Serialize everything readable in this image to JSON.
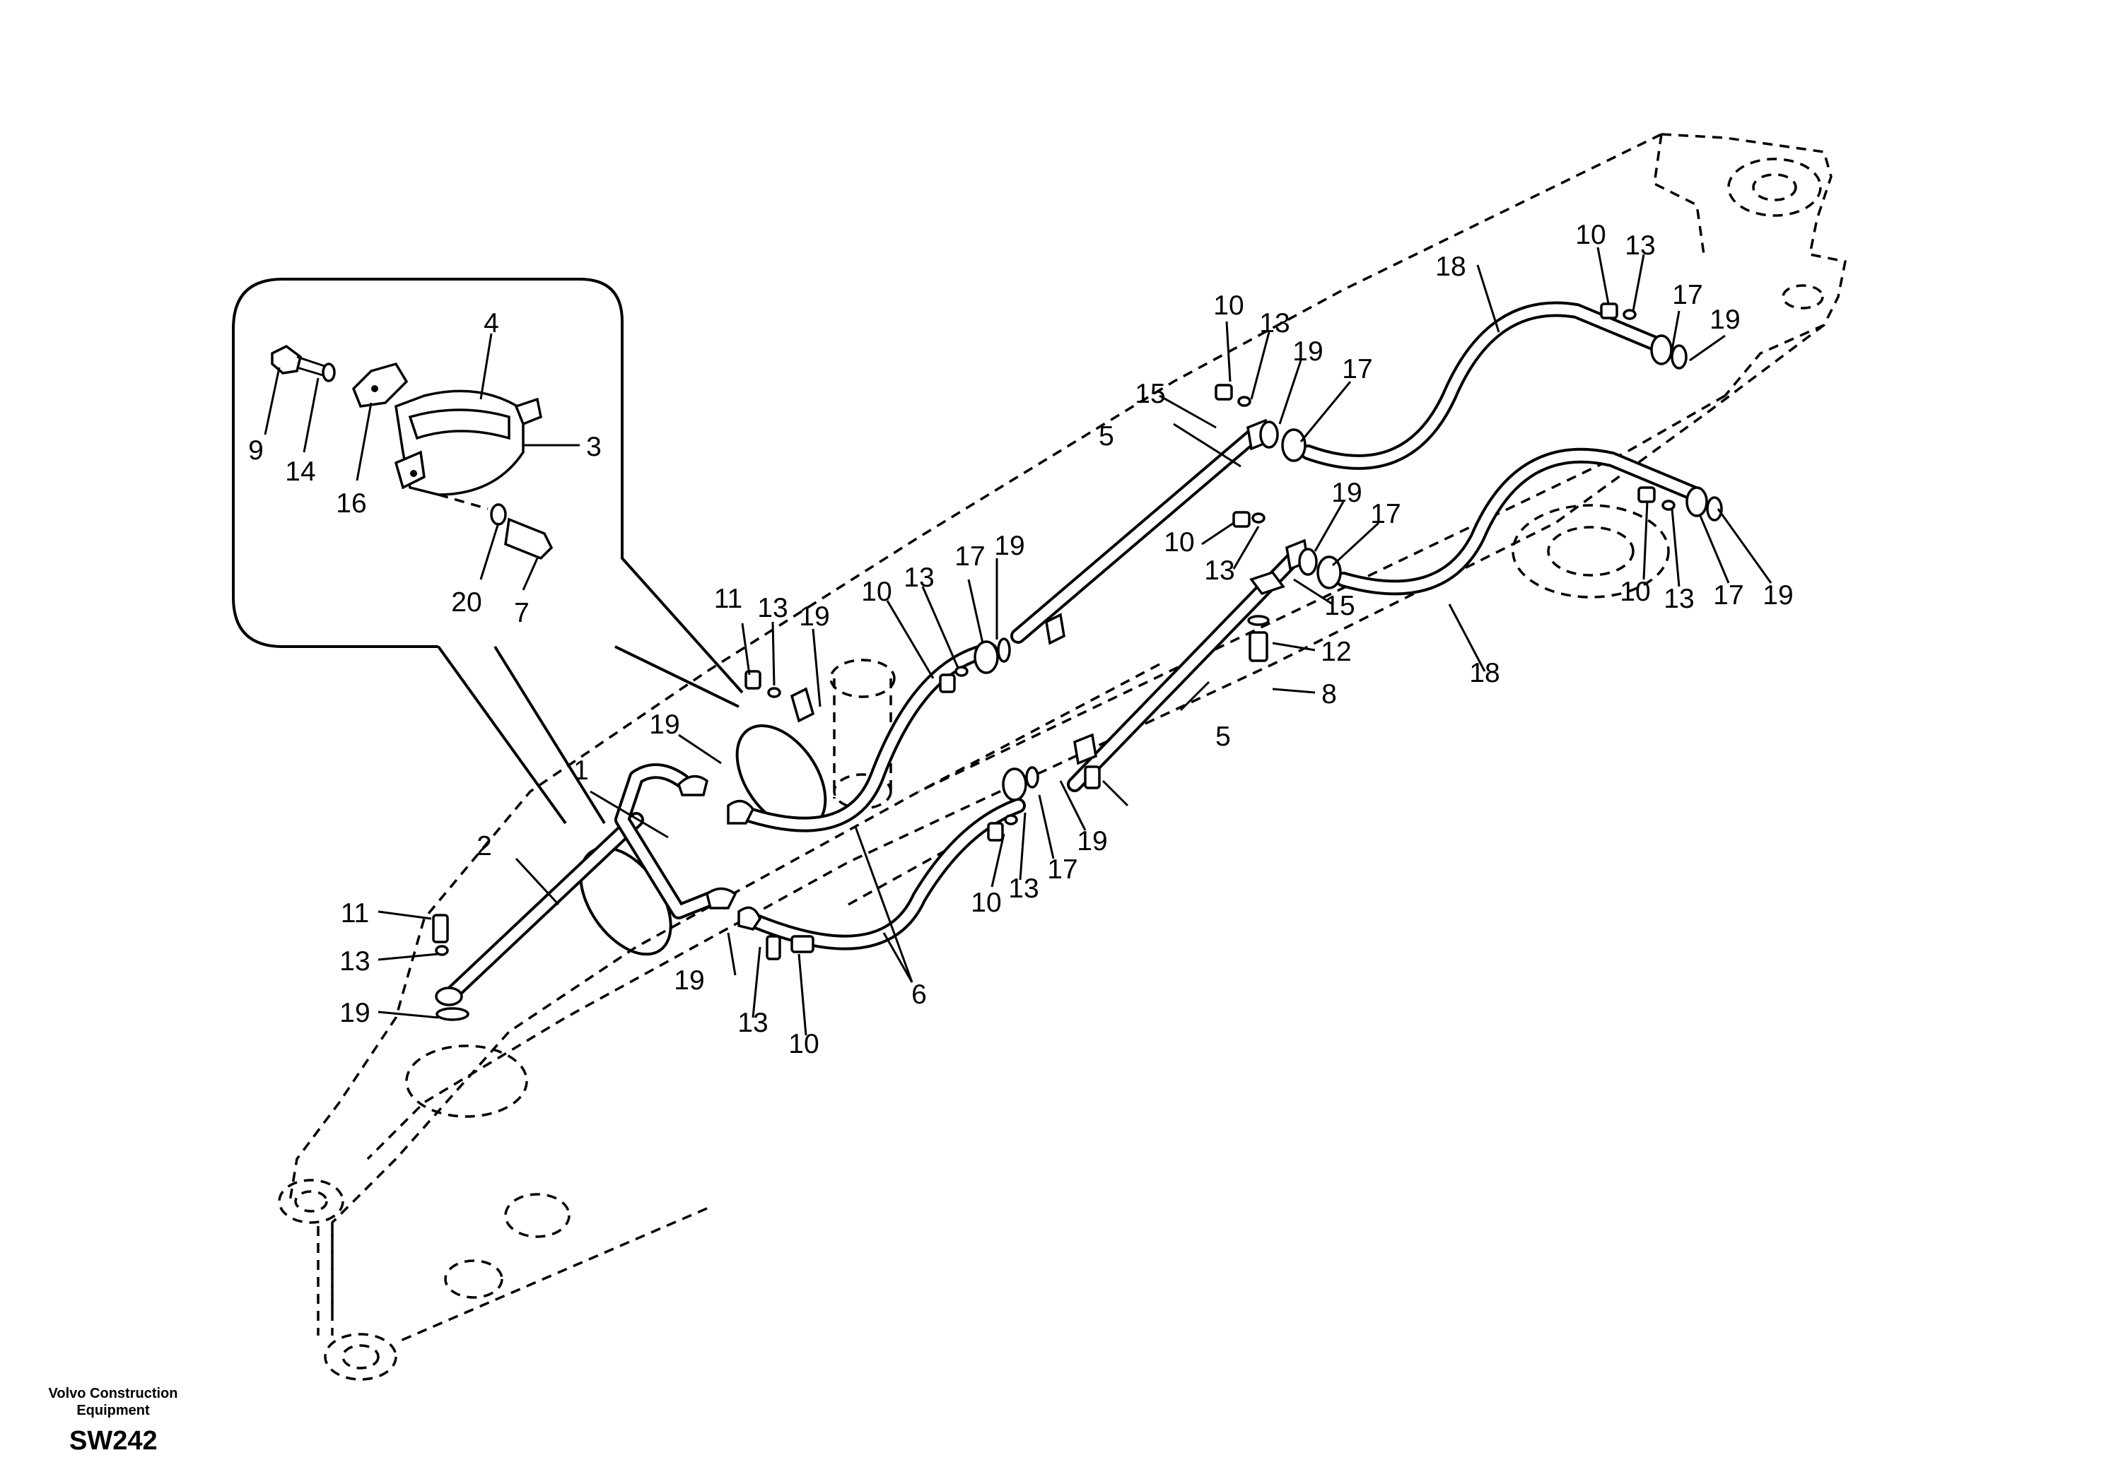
{
  "footer": {
    "company": "Volvo Construction Equipment",
    "drawing_code": "SW242"
  },
  "callouts": [
    "1",
    "2",
    "3",
    "4",
    "5",
    "6",
    "7",
    "8",
    "9",
    "10",
    "11",
    "12",
    "13",
    "14",
    "15",
    "16",
    "17",
    "18",
    "19",
    "20"
  ],
  "diagram": {
    "subject": "boom hydraulic piping exploded parts view",
    "detail_inset": "clamp assembly",
    "linework": "black on white"
  }
}
